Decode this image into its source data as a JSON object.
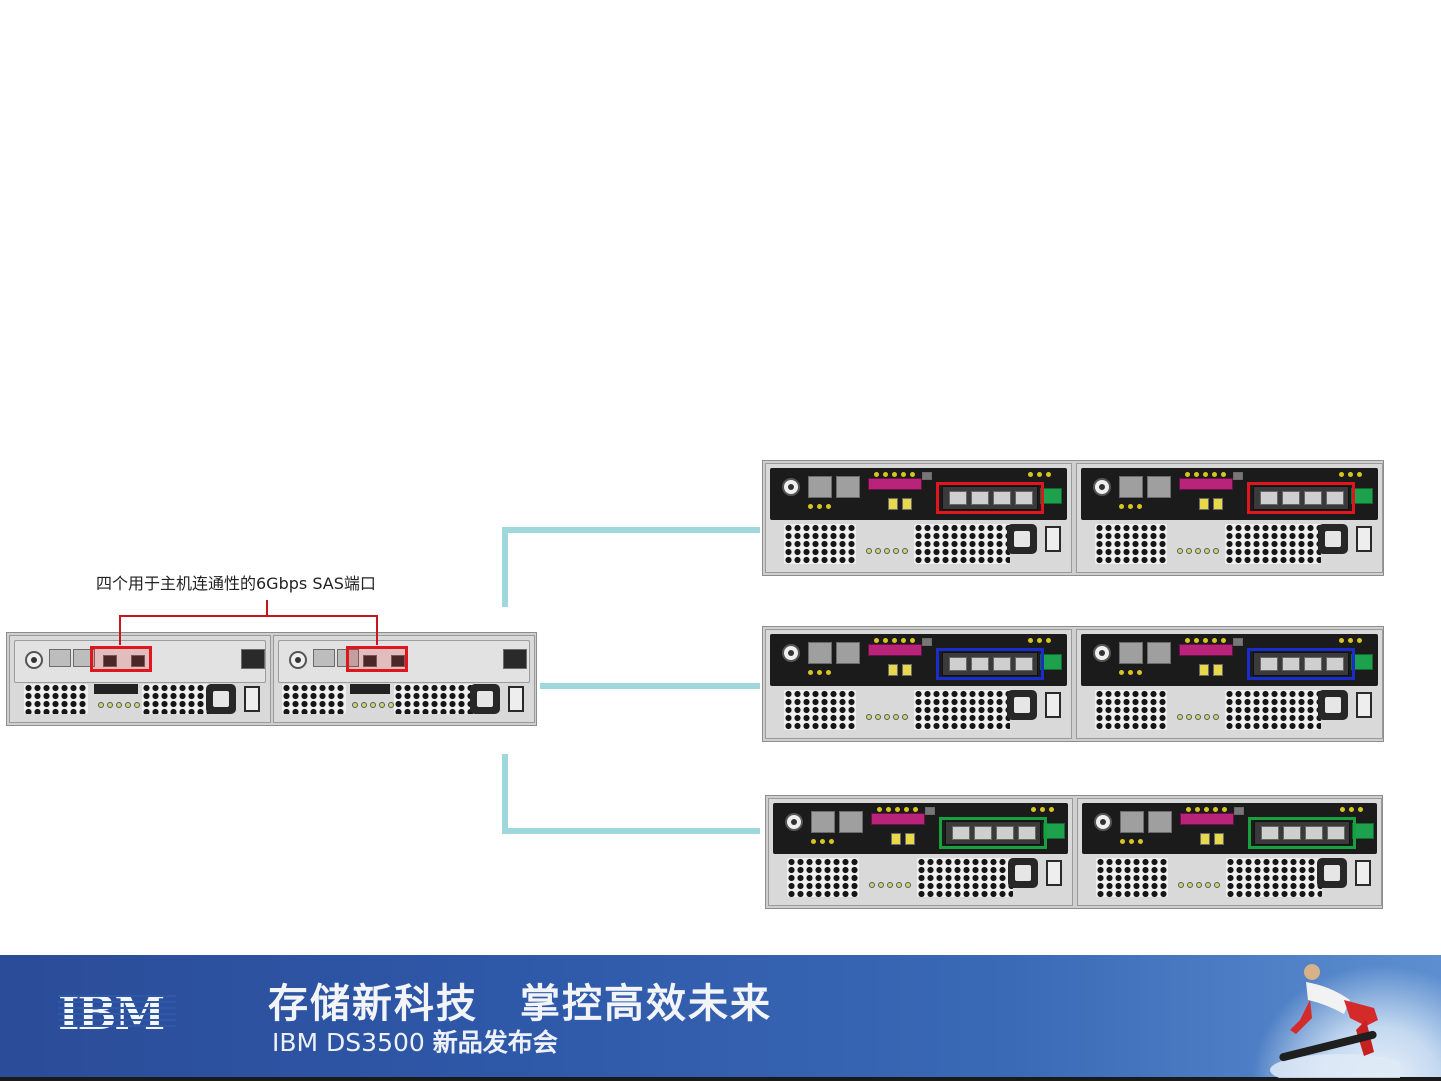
{
  "annotation": {
    "text": "四个用于主机连通性的6Gbps SAS端口",
    "color": "#c8161e"
  },
  "highlight_colors": {
    "sas": "#e0161e",
    "iscsi": "#1a2ccc",
    "fc": "#18a040"
  },
  "connector_color": "#9ed7dc",
  "banner": {
    "logo_text": "IBM",
    "slogan": "存储新科技　掌控高效未来",
    "subtitle_prefix": "IBM DS3500",
    "subtitle_suffix": "新品发布会",
    "background": "#2e58a8"
  }
}
